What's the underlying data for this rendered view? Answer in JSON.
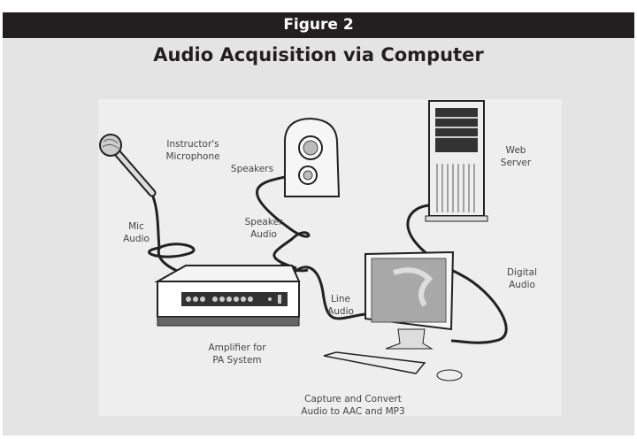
{
  "header": {
    "figure_label": "Figure 2",
    "title": "Audio Acquisition via Computer"
  },
  "labels": {
    "microphone": [
      "Instructor's",
      "Microphone"
    ],
    "mic_audio": [
      "Mic",
      "Audio"
    ],
    "speakers": "Speakers",
    "speaker_audio": [
      "Speaker",
      "Audio"
    ],
    "web_server": [
      "Web",
      "Server"
    ],
    "digital_audio": [
      "Digital",
      "Audio"
    ],
    "line_audio": [
      "Line",
      "Audio"
    ],
    "amplifier": [
      "Amplifier for",
      "PA System"
    ],
    "computer": [
      "Capture and Convert",
      "Audio to AAC and MP3"
    ]
  }
}
